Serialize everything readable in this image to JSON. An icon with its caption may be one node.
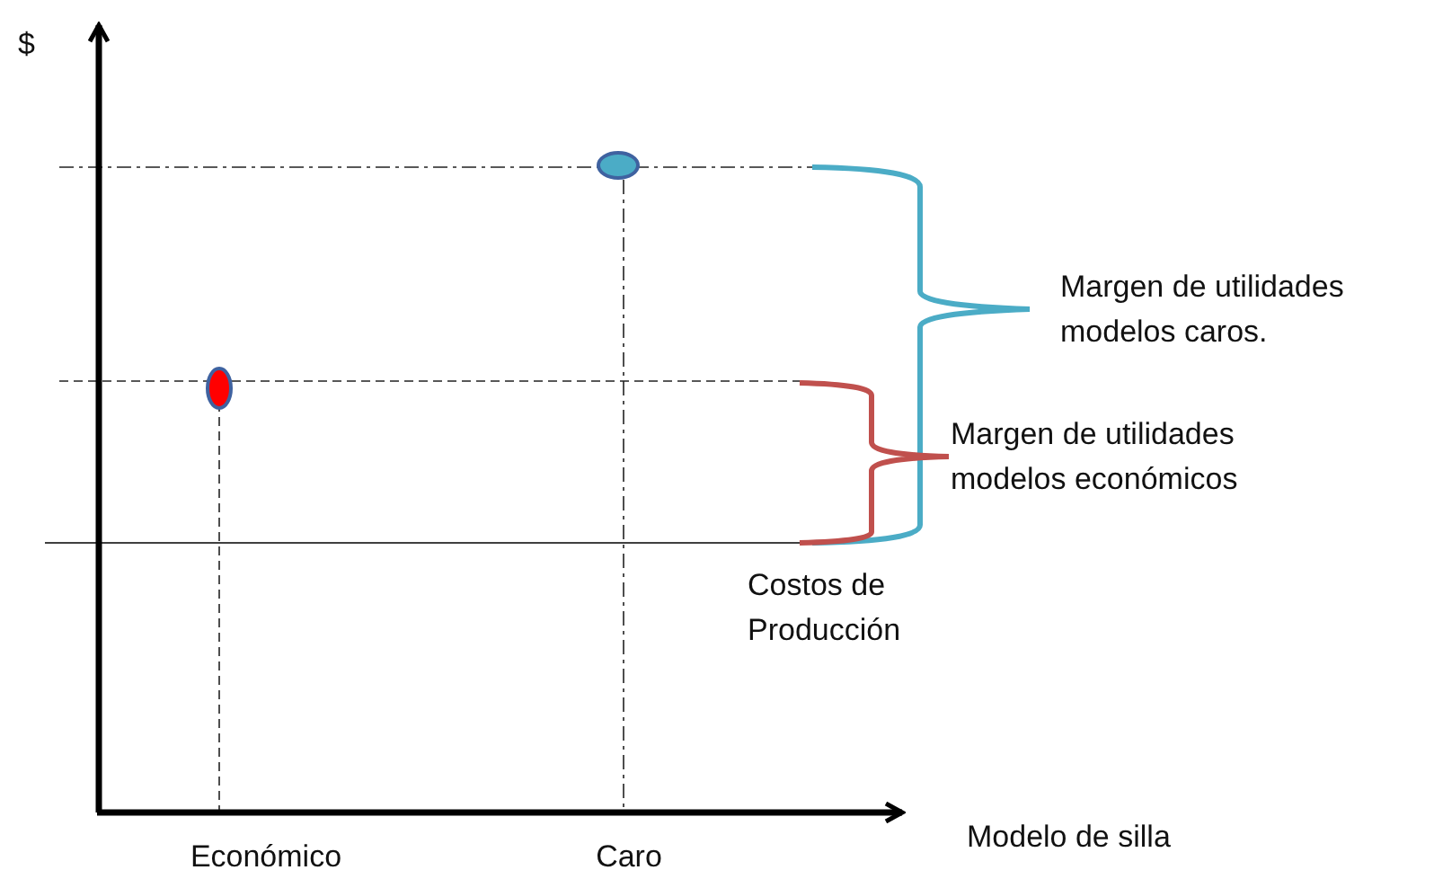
{
  "diagram": {
    "labels": [
      "$",
      "Margen de utilidades modelos caros.",
      "Margen de utilidades modelos económicos",
      "Costos de Producción",
      "Económico",
      "Caro",
      "Modelo de silla"
    ]
  }
}
